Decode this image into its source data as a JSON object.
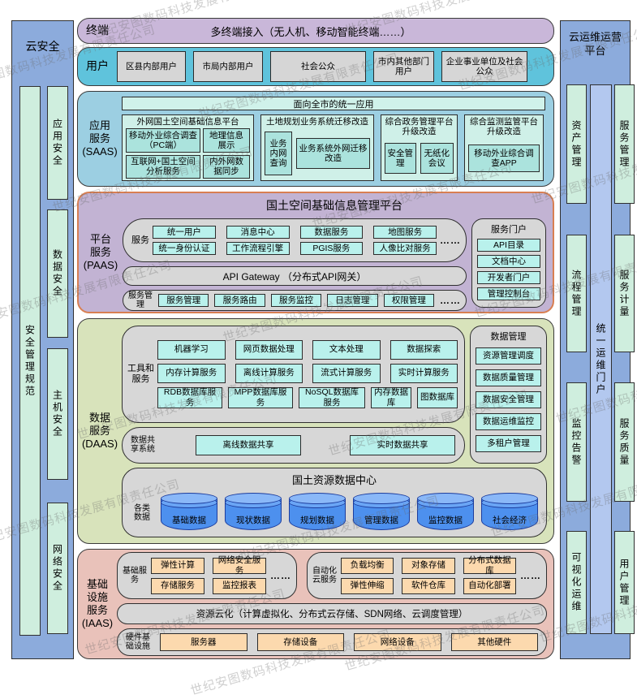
{
  "watermark": {
    "text": "世纪安图数码科技发展有限责任公司"
  },
  "left_panel": {
    "title": "云安全",
    "spec_bar": "安全管理规范",
    "items": [
      "应用安全",
      "数据安全",
      "主机安全",
      "网络安全"
    ]
  },
  "right_panel": {
    "title": "云运维运营\n平台",
    "portal_bar": "统一运维门户",
    "left_items": [
      "资产管理",
      "流程管理",
      "监控告警",
      "可视化运维"
    ],
    "right_items": [
      "服务管理",
      "服务计量",
      "服务质量",
      "用户管理"
    ]
  },
  "terminal": {
    "label": "终端",
    "content": "多终端接入（无人机、移动智能终端……）"
  },
  "user": {
    "label": "用户",
    "items": [
      "区县内部用户",
      "市局内部用户",
      "社会公众",
      "市内其他部门用户",
      "企业事业单位及社会公众"
    ]
  },
  "saas": {
    "label": "应用\n服务\n(SAAS)",
    "header": "面向全市的统一应用",
    "groups": [
      {
        "title": "外网国土空间基础信息平台",
        "items": [
          "移动外业综合调查（PC端）",
          "地理信息展示",
          "互联网+国土空间分析服务",
          "内外网数据同步"
        ]
      },
      {
        "title": "土地规划业务系统迁移改造",
        "items": [
          "业务内网查询",
          "业务系统外网迁移改造"
        ]
      },
      {
        "title": "综合政务管理平台升级改造",
        "items": [
          "安全管理",
          "无纸化会议"
        ]
      },
      {
        "title": "综合监测监管平台升级改造",
        "items": [
          "移动外业综合调查APP"
        ]
      }
    ]
  },
  "paas": {
    "label": "平台\n服务\n(PAAS)",
    "title": "国土空间基础信息管理平台",
    "service_group": {
      "label": "服务",
      "row1": [
        "统一用户",
        "消息中心",
        "数据服务",
        "地图服务"
      ],
      "row2": [
        "统一身份认证",
        "工作流程引擎",
        "PGIS服务",
        "人像比对服务"
      ],
      "more": "……"
    },
    "gateway": "API Gateway （分布式API网关）",
    "mgmt_group": {
      "label": "服务管\n理",
      "items": [
        "服务管理",
        "服务路由",
        "服务监控",
        "日志管理",
        "权限管理"
      ],
      "more": "……"
    },
    "portal": {
      "title": "服务门户",
      "items": [
        "API目录",
        "文档中心",
        "开发者门户",
        "管理控制台"
      ]
    }
  },
  "daas": {
    "label": "数据\n服务\n(DAAS)",
    "tools_group": {
      "label": "工具和\n服务",
      "row1": [
        "机器学习",
        "网页数据处理",
        "文本处理",
        "数据探索"
      ],
      "row2": [
        "内存计算服务",
        "离线计算服务",
        "流式计算服务",
        "实时计算服务"
      ],
      "row3": [
        "RDB数据库服务",
        "MPP数据库服务",
        "NoSQL数据库服务",
        "内存数据库",
        "图数据库"
      ]
    },
    "data_mgmt": {
      "title": "数据管理",
      "items": [
        "资源管理调度",
        "数据质量管理",
        "数据安全管理",
        "数据运维监控",
        "多租户管理"
      ]
    },
    "share_group": {
      "label": "数据共\n享系统",
      "items": [
        "离线数据共享",
        "实时数据共享"
      ]
    },
    "data_center": {
      "title": "国土资源数据中心",
      "label": "各类数据",
      "databases": [
        "基础数据",
        "现状数据",
        "规划数据",
        "管理数据",
        "监控数据",
        "社会经济"
      ]
    }
  },
  "iaas": {
    "label": "基础\n设施\n服务\n(IAAS)",
    "basic_group": {
      "label": "基础服\n务",
      "items": [
        "弹性计算",
        "网络安全服务",
        "存储服务",
        "监控报表"
      ],
      "more": "……"
    },
    "auto_group": {
      "label": "自动化\n云服务",
      "items": [
        "负载均衡",
        "对象存储",
        "分布式数据库",
        "弹性伸缩",
        "软件仓库",
        "自动化部署"
      ],
      "more": "……"
    },
    "virtualization": "资源云化（计算虚拟化、分布式云存储、SDN网络、云调度管理）",
    "hardware": {
      "label": "硬件基\n础设施",
      "items": [
        "服务器",
        "存储设备",
        "网络设备",
        "其他硬件"
      ]
    }
  },
  "colors": {
    "terminal_band": "#c9b7d9",
    "user_band": "#5fc3dc",
    "saas_band": "#9ccfe2",
    "paas_band": "#c2b3d3",
    "paas_border": "#d87f52",
    "daas_band": "#d8e3bb",
    "iaas_band": "#e9c2ba",
    "side_panel": "#8cabdc",
    "cylinder": "#4d90ee"
  }
}
